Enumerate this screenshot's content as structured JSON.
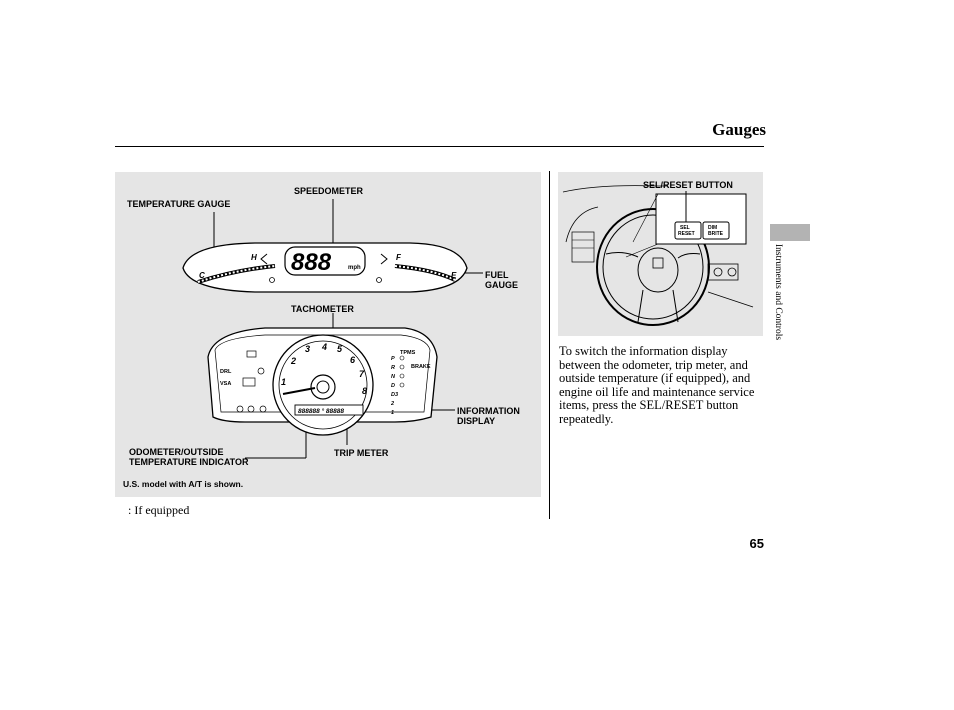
{
  "page": {
    "title": "Gauges",
    "section_tab": "Instruments and Controls",
    "page_number": "65"
  },
  "left_figure": {
    "labels": {
      "temperature_gauge": "TEMPERATURE GAUGE",
      "speedometer": "SPEEDOMETER",
      "fuel_gauge_line1": "FUEL",
      "fuel_gauge_line2": "GAUGE",
      "tachometer": "TACHOMETER",
      "information_display_line1": "INFORMATION",
      "information_display_line2": "DISPLAY",
      "odometer_line1": "ODOMETER/OUTSIDE",
      "odometer_line2": "TEMPERATURE INDICATOR",
      "trip_meter": "TRIP METER"
    },
    "caption": "U.S. model with A/T is shown.",
    "speed_digits": "888",
    "speed_unit": "mph"
  },
  "right_figure": {
    "label": "SEL/RESET BUTTON"
  },
  "body_text": "To switch the information display between the odometer, trip meter, and outside temperature (if equipped), and engine oil life and maintenance service items, press the SEL/RESET button repeatedly.",
  "footnote": ":  If equipped"
}
